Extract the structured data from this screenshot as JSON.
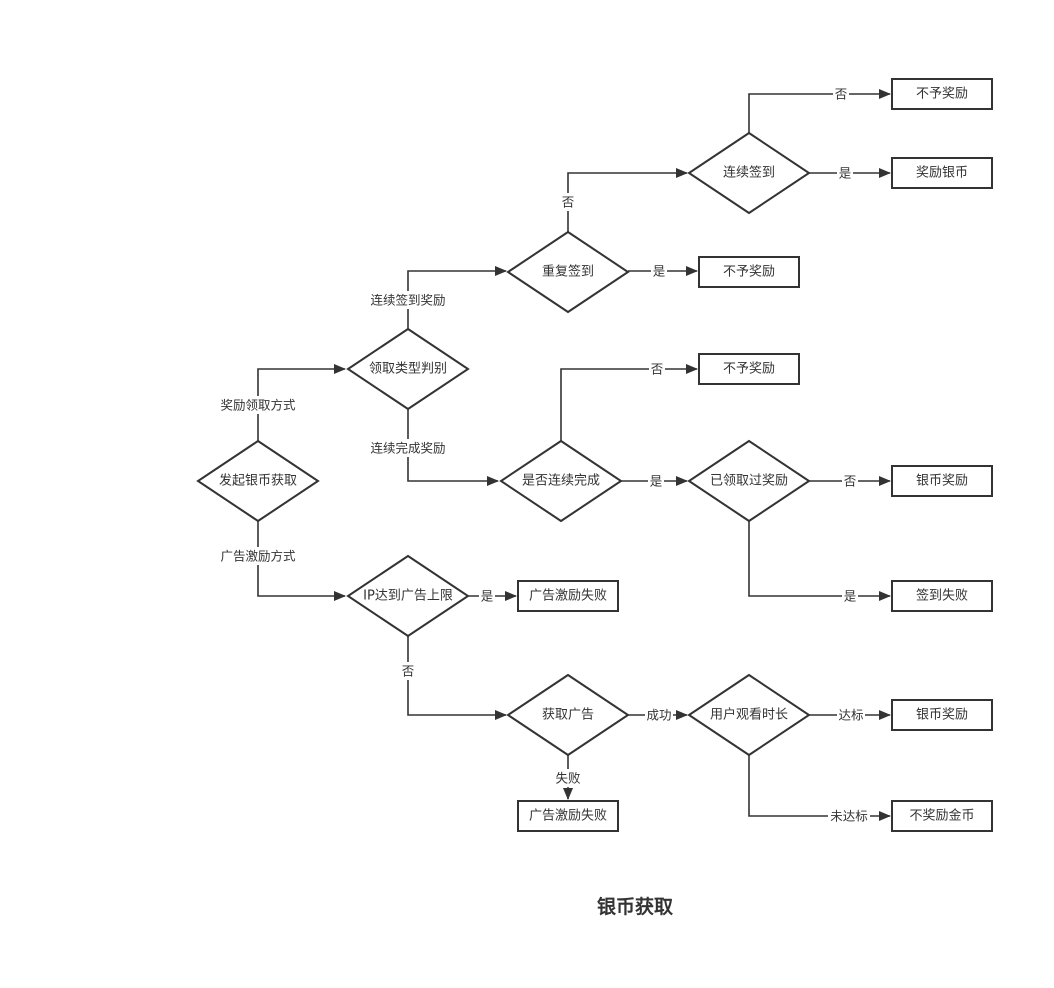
{
  "title": "银币获取",
  "style": {
    "stroke": "#333333",
    "fill": "#ffffff",
    "text": "#333333",
    "background": "#ffffff"
  },
  "nodes": {
    "start": "发起银币获取",
    "type_judge": "领取类型判别",
    "repeat_sign": "重复签到",
    "continuous_sign": "连续签到",
    "no_reward_top": "不予奖励",
    "reward_silver": "奖励银币",
    "no_reward_repeat": "不予奖励",
    "no_reward_mid": "不予奖励",
    "is_continuous_done": "是否连续完成",
    "claimed_before": "已领取过奖励",
    "silver_reward_1": "银币奖励",
    "sign_fail": "签到失败",
    "ip_limit": "IP达到广告上限",
    "ad_fail_1": "广告激励失败",
    "get_ad": "获取广告",
    "watch_time": "用户观看时长",
    "silver_reward_2": "银币奖励",
    "no_gold": "不奖励金币",
    "ad_fail_2": "广告激励失败"
  },
  "edge_labels": {
    "reward_claim_method": "奖励领取方式",
    "ad_incentive_method": "广告激励方式",
    "continuous_sign_reward": "连续签到奖励",
    "continuous_complete_reward": "连续完成奖励",
    "repeat_no": "否",
    "repeat_yes": "是",
    "cont_no": "否",
    "cont_yes": "是",
    "done_no": "否",
    "done_yes": "是",
    "claimed_no": "否",
    "claimed_yes": "是",
    "ip_yes": "是",
    "ip_no": "否",
    "ad_success": "成功",
    "ad_fail": "失败",
    "watch_ok": "达标",
    "watch_not_ok": "未达标"
  }
}
